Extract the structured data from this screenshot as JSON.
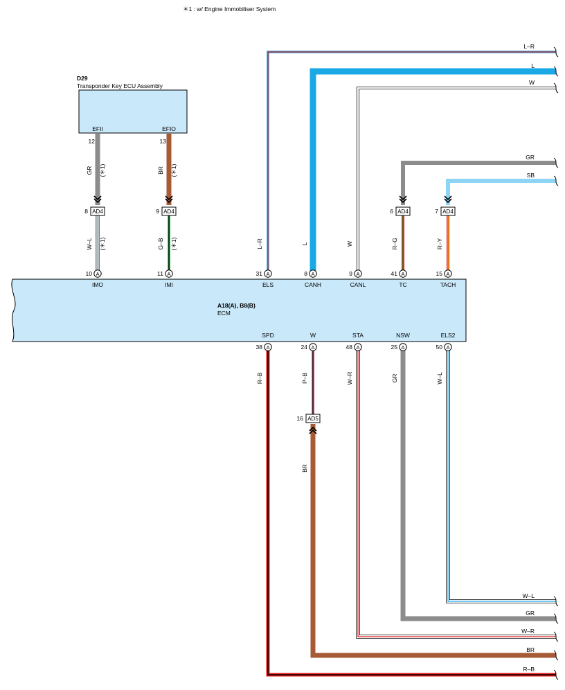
{
  "footnote": "＊1 : w/ Engine Immobiliser System",
  "colors": {
    "L": "#1ba9e6",
    "SB": "#8dd4f5",
    "GR": "#8c8c8c",
    "BR": "#a65a35",
    "R": "#e11a1a",
    "W": "#ffffff",
    "G": "#1b9a3a",
    "B": "#000000",
    "Y": "#f3d21a",
    "P": "#f4a8c8",
    "ecm_fill": "#c9e8fa"
  },
  "d29": {
    "code": "D29",
    "name": "Transponder Key ECU Assembly",
    "terminals": [
      {
        "name": "EFII",
        "pin": "12"
      },
      {
        "name": "EFIO",
        "pin": "13"
      }
    ]
  },
  "ecm": {
    "codes": "A18(A), B8(B)",
    "name": "ECM"
  },
  "connector_letter": "A",
  "top_terminals": [
    {
      "name": "IMO",
      "pin": "10",
      "wire": "W–L",
      "upper_wire": "GR",
      "connector": "AD4",
      "conn_pin": "8",
      "note": "(＊1)"
    },
    {
      "name": "IMI",
      "pin": "11",
      "wire": "G–B",
      "upper_wire": "BR",
      "connector": "AD4",
      "conn_pin": "9",
      "note": "(＊1)"
    },
    {
      "name": "ELS",
      "pin": "31",
      "wire": "L–R"
    },
    {
      "name": "CANH",
      "pin": "8",
      "wire": "L"
    },
    {
      "name": "CANL",
      "pin": "9",
      "wire": "W"
    },
    {
      "name": "TC",
      "pin": "41",
      "wire": "R–G",
      "upper_wire": "GR",
      "connector": "AD4",
      "conn_pin": "6"
    },
    {
      "name": "TACH",
      "pin": "15",
      "wire": "R–Y",
      "upper_wire": "SB",
      "connector": "AD4",
      "conn_pin": "7"
    }
  ],
  "bottom_terminals": [
    {
      "name": "SPD",
      "pin": "38",
      "wire": "R–B"
    },
    {
      "name": "W",
      "pin": "24",
      "wire": "P–B",
      "lower_wire": "BR",
      "connector": "AD5",
      "conn_pin": "16"
    },
    {
      "name": "STA",
      "pin": "48",
      "wire": "W–R"
    },
    {
      "name": "NSW",
      "pin": "25",
      "wire": "GR"
    },
    {
      "name": "ELS2",
      "pin": "50",
      "wire": "W–L"
    }
  ],
  "right_top_wires": [
    "L–R",
    "L",
    "W",
    "GR",
    "SB"
  ],
  "right_bottom_wires": [
    "W–L",
    "GR",
    "W–R",
    "BR",
    "R–B"
  ]
}
